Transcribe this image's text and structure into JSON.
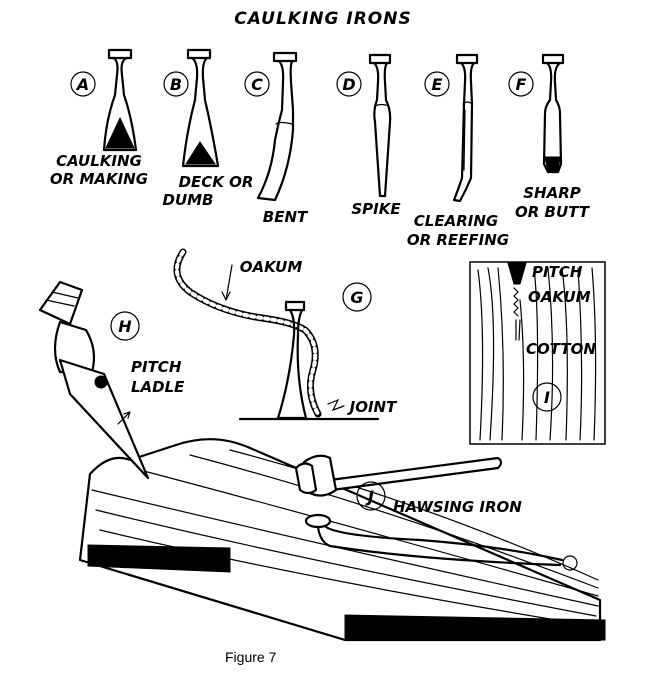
{
  "title": "CAULKING IRONS",
  "tools": [
    {
      "letter": "A",
      "label_lines": [
        "CAULKING",
        "OR MAKING"
      ]
    },
    {
      "letter": "B",
      "label_lines": [
        "DECK OR",
        "DUMB"
      ]
    },
    {
      "letter": "C",
      "label_lines": [
        "BENT"
      ]
    },
    {
      "letter": "D",
      "label_lines": [
        "SPIKE"
      ]
    },
    {
      "letter": "E",
      "label_lines": [
        "CLEARING",
        "OR REEFING"
      ]
    },
    {
      "letter": "F",
      "label_lines": [
        "SHARP",
        "OR BUTT"
      ]
    }
  ],
  "detail_g": {
    "letter": "G",
    "oakum_label": "OAKUM",
    "joint_label": "JOINT"
  },
  "detail_h": {
    "letter": "H",
    "label_lines": [
      "PITCH",
      "LADLE"
    ]
  },
  "detail_i": {
    "letter": "I",
    "pitch_label": "PITCH",
    "oakum_label": "OAKUM",
    "cotton_label": "COTTON"
  },
  "detail_j": {
    "letter": "J",
    "label": "HAWSING IRON"
  },
  "caption": "Figure 7"
}
